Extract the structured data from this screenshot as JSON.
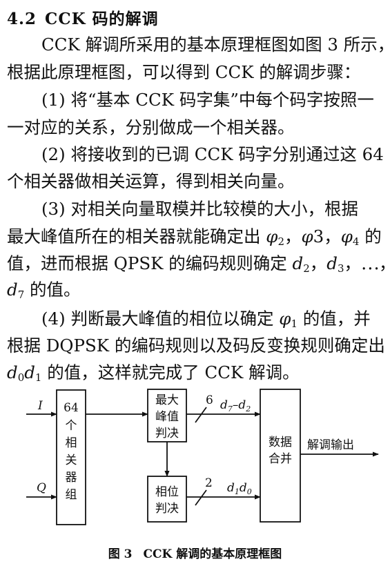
{
  "section": {
    "number": "4.2",
    "title": "CCK 码的解调"
  },
  "text": {
    "p1": [
      "CCK 解调所采用的基本原理框图如图 3 所示，",
      "根据此原理框图，可以得到 CCK 的解调步骤："
    ],
    "p2": [
      "(1) 将“基本 CCK 码字集”中每个码字按照一",
      "一对应的关系，分别做成一个相关器。"
    ],
    "p3": [
      "(2) 将接收到的已调 CCK 码字分别通过这 64",
      "个相关器做相关运算，得到相关向量。"
    ],
    "p4": {
      "l1": "(3) 对相关向量取模并比较模的大小，根据",
      "l2a": "最大峰值所在的相关器就能确定出 ",
      "l3a": "值，进而根据 QPSK 的编码规则确定 ",
      "l4b": " 的值。"
    },
    "p5": {
      "l1a": "(4) 判断最大峰值的相位以确定 ",
      "l1b": " 的值，并",
      "l2": "根据 DQPSK 的编码规则以及码反变换规则确定出",
      "l3b": " 的值，这样就完成了 CCK 解调。"
    }
  },
  "figure": {
    "inputs": {
      "i": "I",
      "q": "Q"
    },
    "correlator": [
      "64",
      "个",
      "相",
      "关",
      "器",
      "组"
    ],
    "peak_block": [
      "最大",
      "峰值",
      "判决"
    ],
    "phase_block": [
      "相位",
      "判决"
    ],
    "merge_block": [
      "数据",
      "合并"
    ],
    "bits_top": "6",
    "bits_bottom": "2",
    "output_label": "解调输出",
    "caption_number": "图 3",
    "caption_text": "CCK 解调的基本原理框图"
  }
}
